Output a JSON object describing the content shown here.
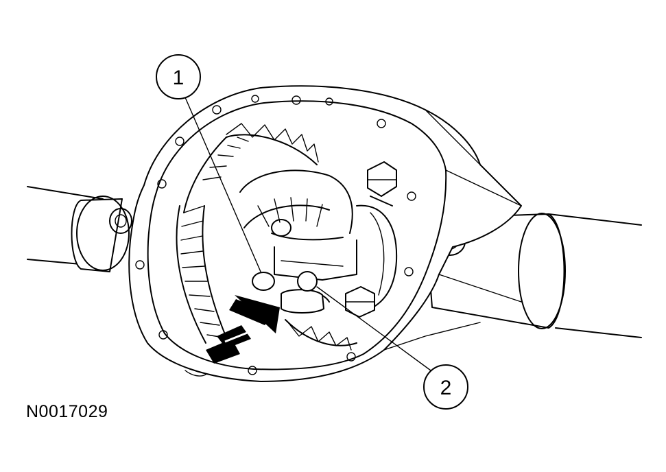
{
  "figure": {
    "id": "N0017029",
    "callouts": [
      {
        "number": "1"
      },
      {
        "number": "2"
      }
    ]
  }
}
